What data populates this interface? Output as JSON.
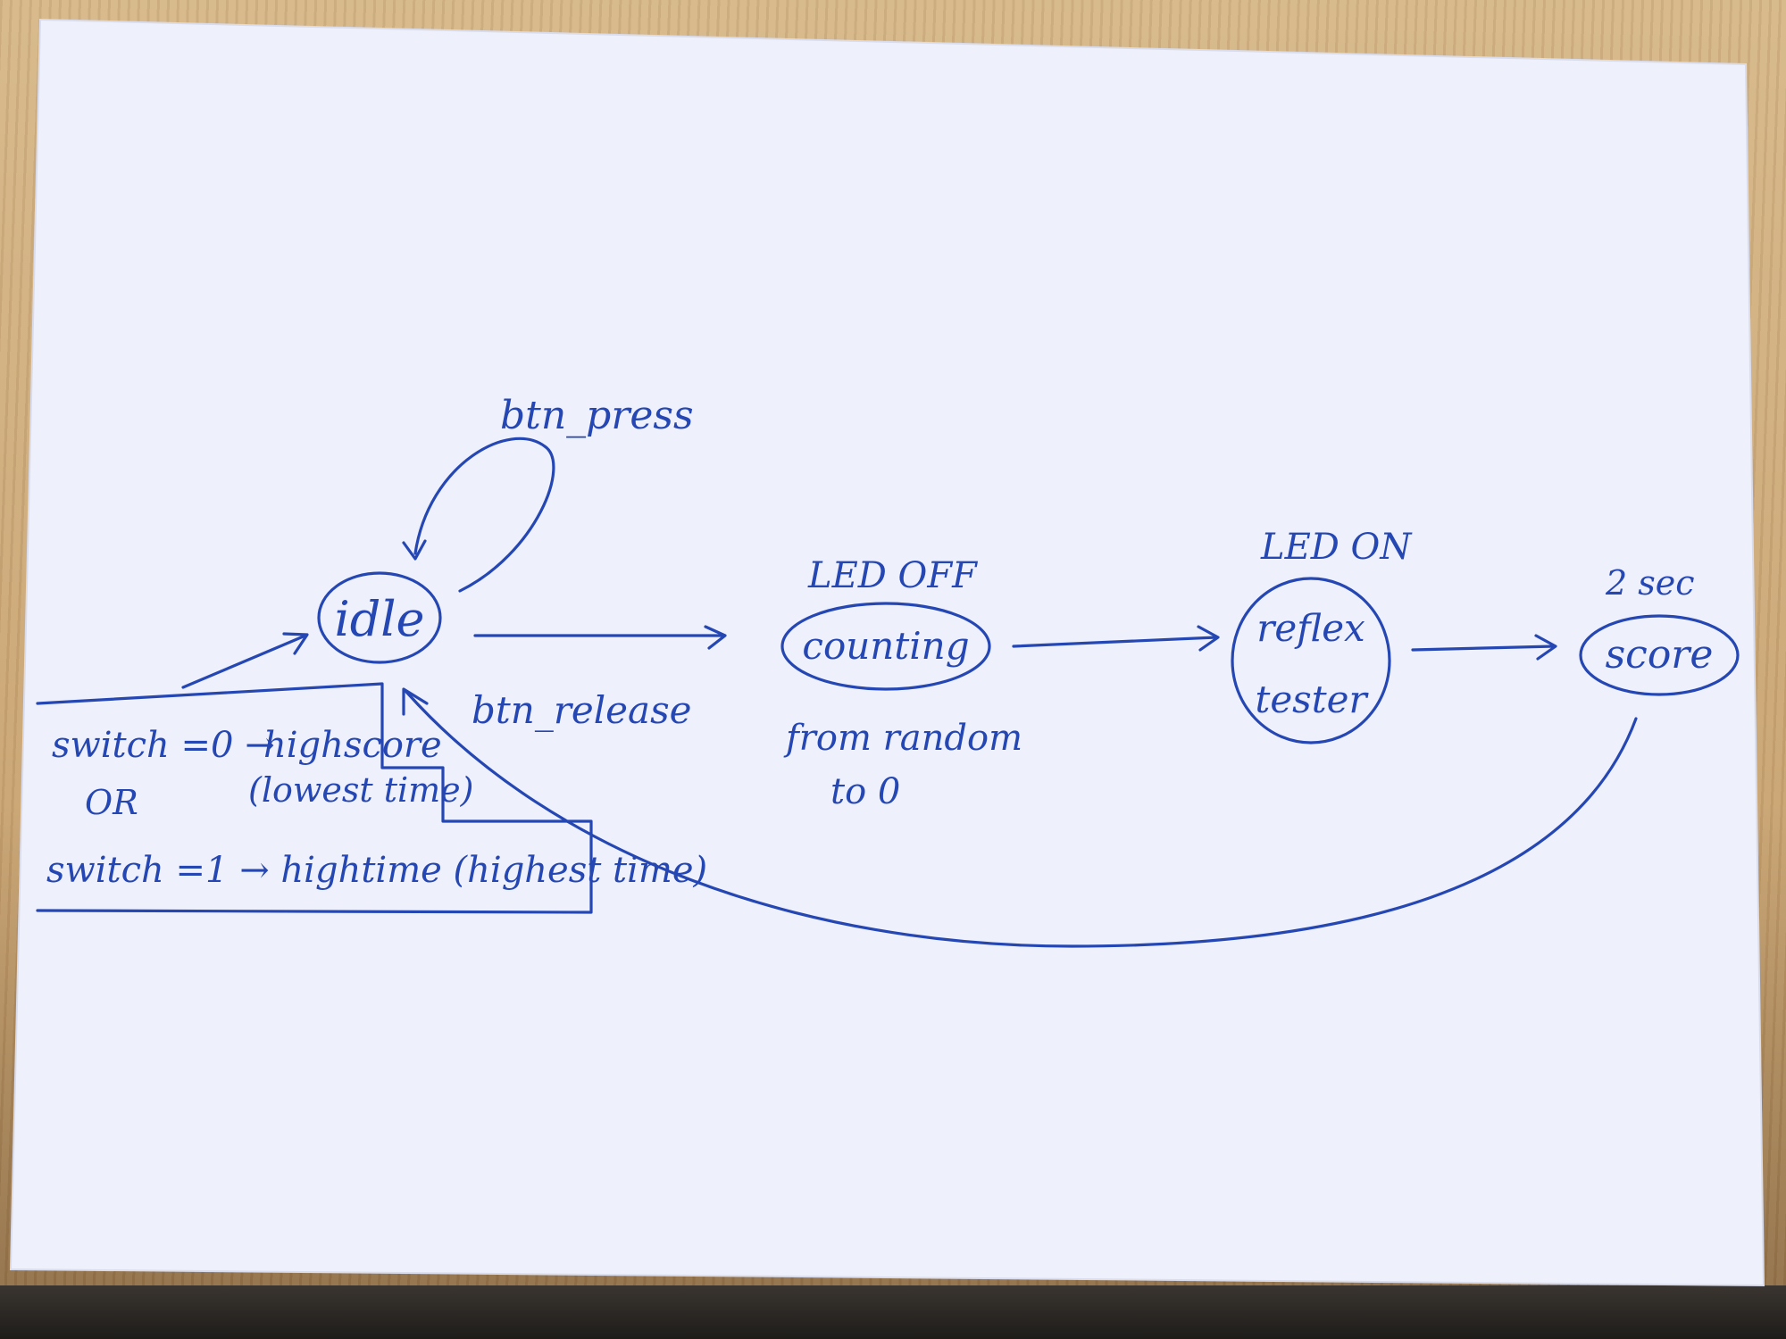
{
  "diagram": {
    "states": {
      "idle": "idle",
      "counting": "counting",
      "reflex_line1": "reflex",
      "reflex_line2": "tester",
      "score": "score"
    },
    "labels": {
      "self_loop": "btn_press",
      "idle_to_counting": "btn_release",
      "counting_above": "LED OFF",
      "counting_below_line1": "from random",
      "counting_below_line2": "to 0",
      "reflex_above": "LED ON",
      "score_above": "2 sec"
    },
    "note_box": {
      "line1_a": "switch =0 →",
      "line1_b": "highscore",
      "line2": "(lowest time)",
      "or": "OR",
      "line3": "switch =1 → hightime (highest time)"
    },
    "ink_color": "#2547b3",
    "paper_color": "#eef0fb"
  }
}
